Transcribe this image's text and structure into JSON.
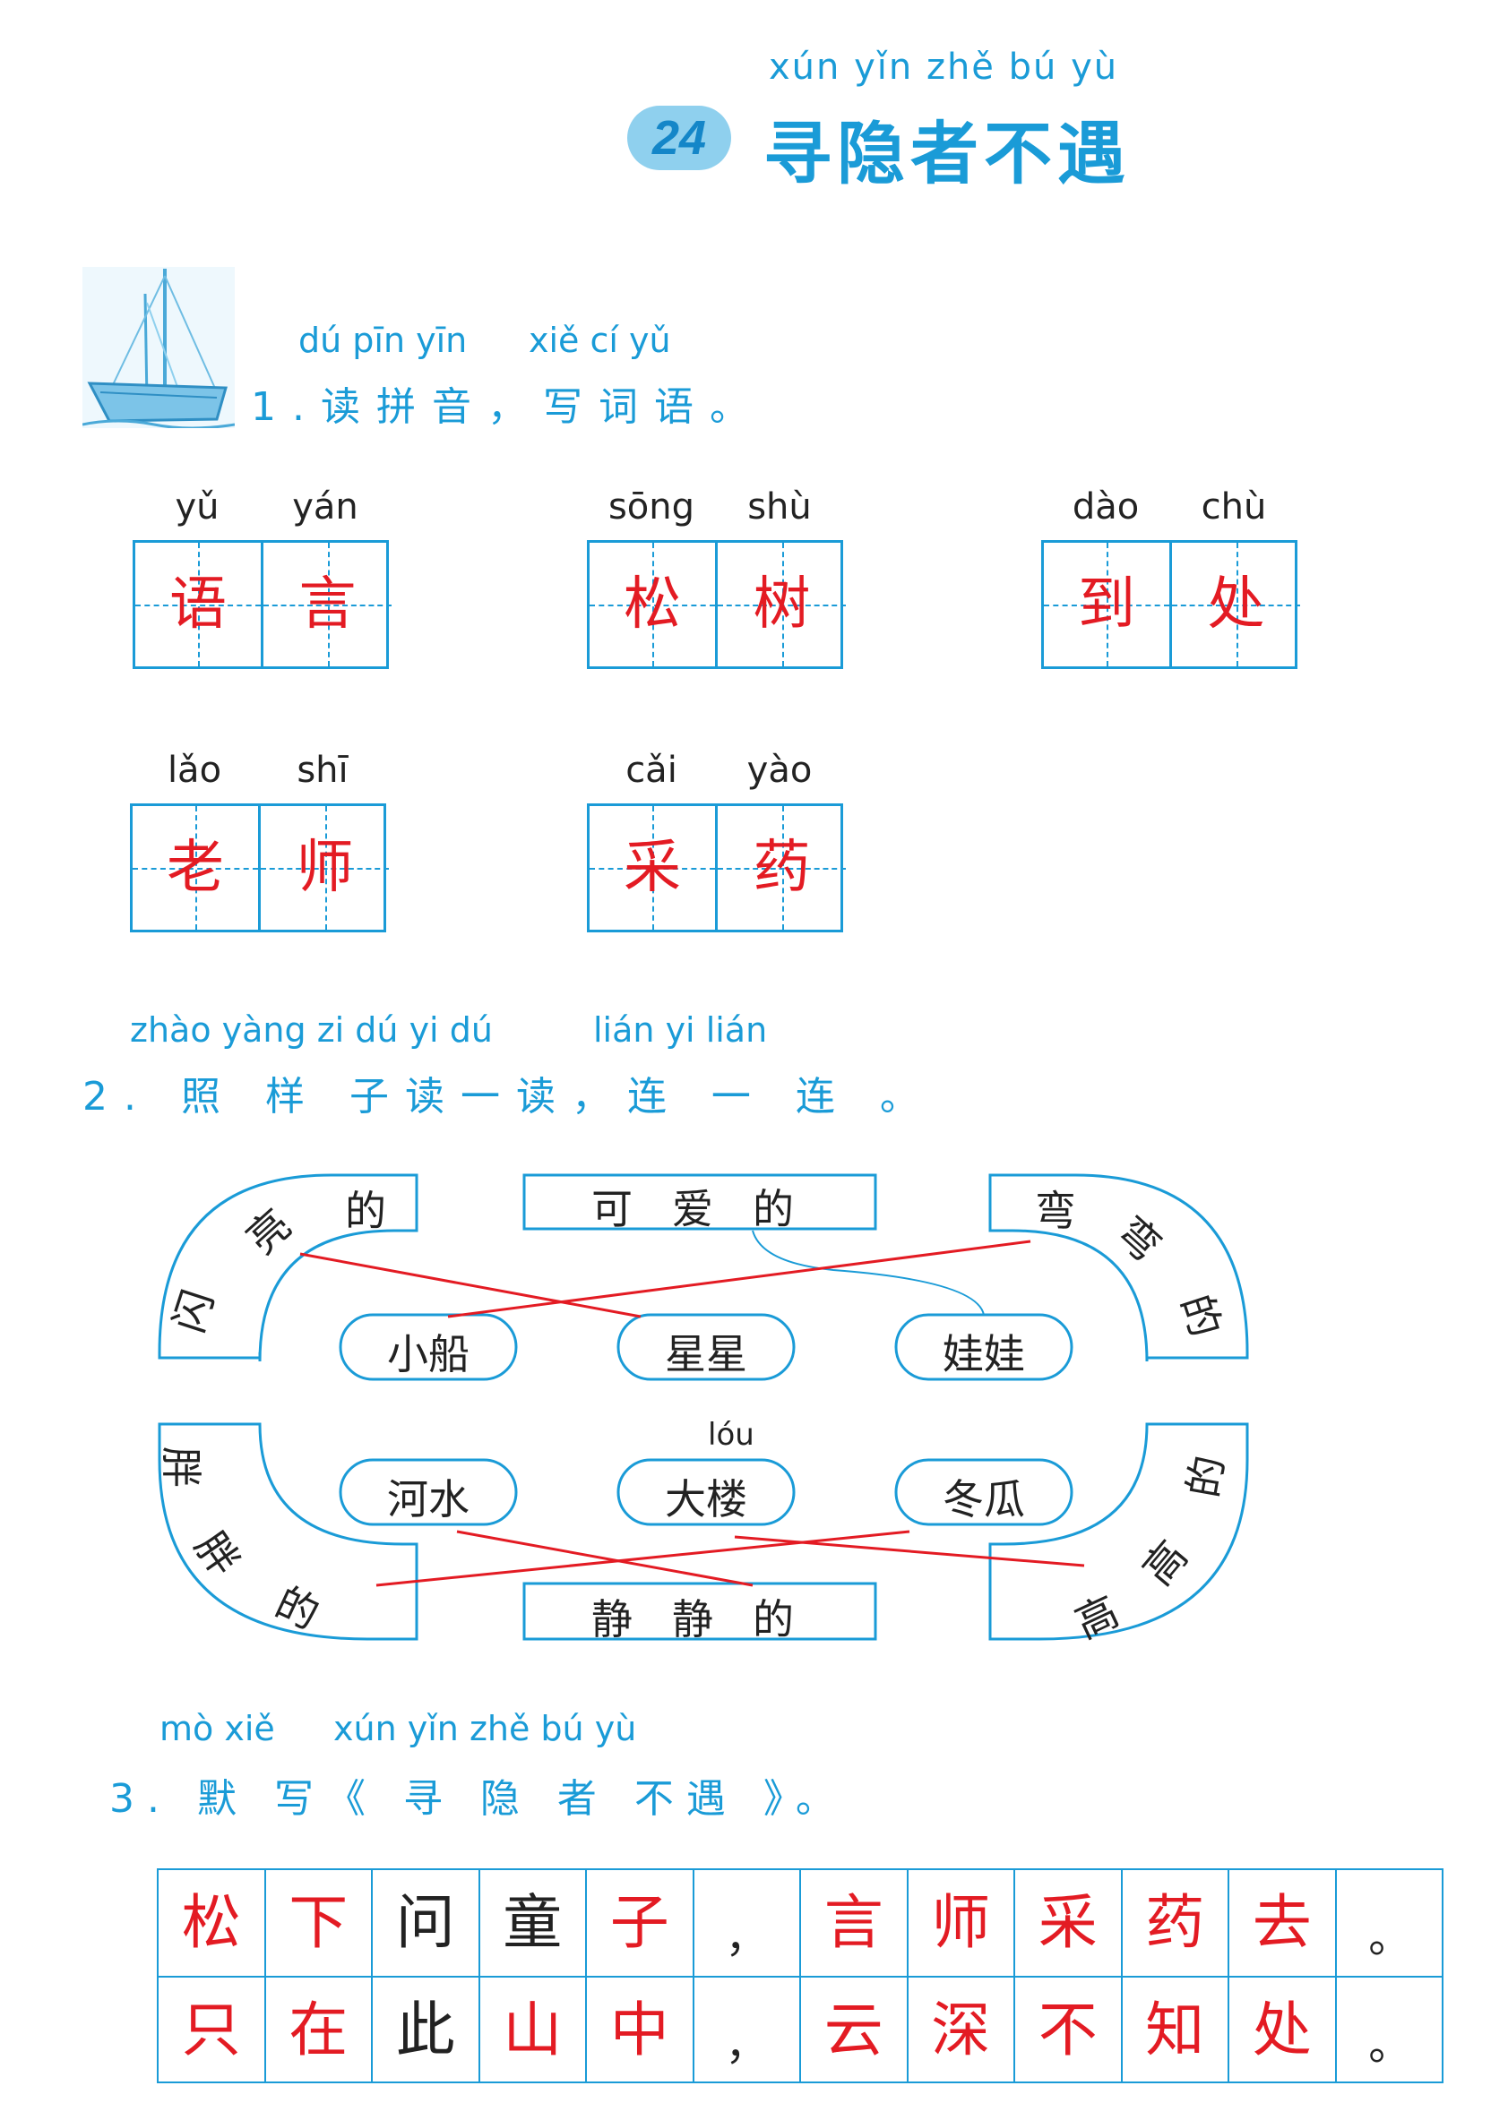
{
  "title": {
    "pinyin": "xún  yǐn  zhě  bú   yù",
    "lesson_number": "24",
    "text": "寻隐者不遇"
  },
  "section1": {
    "instruction_pinyin_a": "dú pīn yīn",
    "instruction_pinyin_b": "xiě  cí  yǔ",
    "instruction": "1.读拼音，写词语。",
    "words": [
      {
        "pinyin": [
          "yǔ",
          "yán"
        ],
        "chars": [
          "语",
          "言"
        ]
      },
      {
        "pinyin": [
          "sōng",
          "shù"
        ],
        "chars": [
          "松",
          "树"
        ]
      },
      {
        "pinyin": [
          "dào",
          "chù"
        ],
        "chars": [
          "到",
          "处"
        ]
      },
      {
        "pinyin": [
          "lǎo",
          "shī"
        ],
        "chars": [
          "老",
          "师"
        ]
      },
      {
        "pinyin": [
          "cǎi",
          "yào"
        ],
        "chars": [
          "采",
          "药"
        ]
      }
    ]
  },
  "section2": {
    "instruction_pinyin_a": "zhào yàng  zi  dú  yi  dú",
    "instruction_pinyin_b": "lián  yi  lián",
    "instruction": "2. 照  样 子读一读，连 一 连 。",
    "top_adjectives": [
      "闪亮的",
      "可爱的",
      "弯弯的"
    ],
    "top_nouns": [
      "小船",
      "星星",
      "娃娃"
    ],
    "bottom_nouns": [
      "河水",
      "大楼",
      "冬瓜"
    ],
    "bottom_noun_pinyin": "lóu",
    "bottom_adjectives": [
      "胖胖的",
      "静静的",
      "高高的"
    ],
    "top_adj_chars": {
      "left": [
        "闪",
        "亮",
        "的"
      ],
      "middle": [
        "可",
        "爱",
        "的"
      ],
      "right": [
        "弯",
        "弯",
        "的"
      ]
    },
    "bottom_adj_chars": {
      "left": [
        "胖",
        "胖",
        "的"
      ],
      "middle": [
        "静",
        "静",
        "的"
      ],
      "right": [
        "高",
        "高",
        "的"
      ]
    },
    "line_color": "#e31b23"
  },
  "section3": {
    "instruction_pinyin_a": "mò xiě",
    "instruction_pinyin_b": "xún yǐn zhě bú yù",
    "instruction": "3. 默 写《 寻 隐 者 不遇 》。",
    "rows": [
      [
        {
          "ch": "松",
          "color": "red"
        },
        {
          "ch": "下",
          "color": "red"
        },
        {
          "ch": "问",
          "color": "black"
        },
        {
          "ch": "童",
          "color": "black"
        },
        {
          "ch": "子",
          "color": "red"
        },
        {
          "ch": "，",
          "color": "black"
        },
        {
          "ch": "言",
          "color": "red"
        },
        {
          "ch": "师",
          "color": "red"
        },
        {
          "ch": "采",
          "color": "red"
        },
        {
          "ch": "药",
          "color": "red"
        },
        {
          "ch": "去",
          "color": "red"
        },
        {
          "ch": "。",
          "color": "black"
        }
      ],
      [
        {
          "ch": "只",
          "color": "red"
        },
        {
          "ch": "在",
          "color": "red"
        },
        {
          "ch": "此",
          "color": "black"
        },
        {
          "ch": "山",
          "color": "red"
        },
        {
          "ch": "中",
          "color": "red"
        },
        {
          "ch": "，",
          "color": "black"
        },
        {
          "ch": "云",
          "color": "red"
        },
        {
          "ch": "深",
          "color": "red"
        },
        {
          "ch": "不",
          "color": "red"
        },
        {
          "ch": "知",
          "color": "red"
        },
        {
          "ch": "处",
          "color": "red"
        },
        {
          "ch": "。",
          "color": "black"
        }
      ]
    ]
  },
  "colors": {
    "accent_blue": "#1a9bd7",
    "answer_red": "#e31b23",
    "badge_bg": "#8fd0ee"
  }
}
